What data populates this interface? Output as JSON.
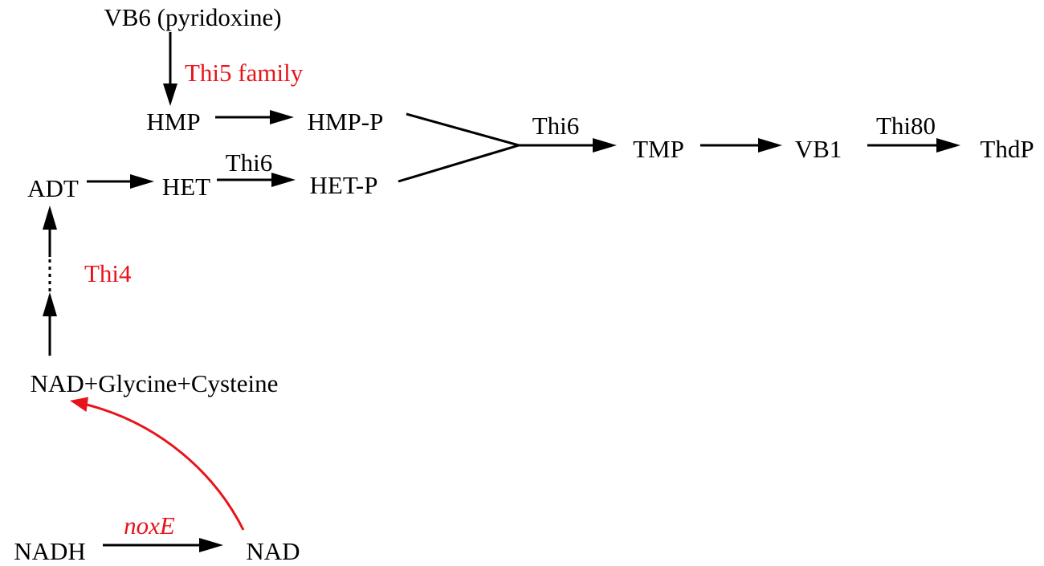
{
  "compounds": {
    "vb6": "VB6 (pyridoxine)",
    "hmp": "HMP",
    "hmp_p": "HMP-P",
    "adt": "ADT",
    "het": "HET",
    "het_p": "HET-P",
    "tmp": "TMP",
    "vb1": "VB1",
    "thdp": "ThdP",
    "substrates": "NAD+Glycine+Cysteine",
    "nadh": "NADH",
    "nad": "NAD"
  },
  "enzymes": {
    "thi5": "Thi5 family",
    "thi6_het": "Thi6",
    "thi6_tmp": "Thi6",
    "thi80": "Thi80",
    "thi4": "Thi4",
    "noxe": "noxE"
  },
  "colors": {
    "highlight": "#e8141b",
    "default": "#000000"
  }
}
